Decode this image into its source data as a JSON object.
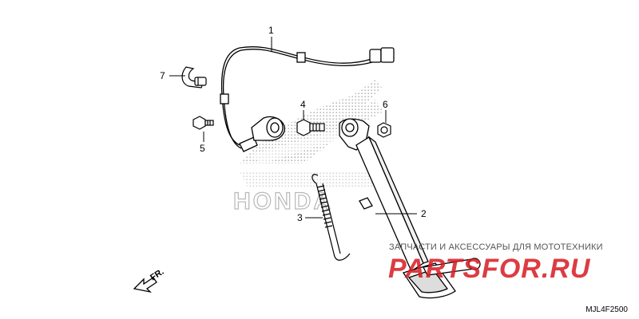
{
  "callouts": {
    "c1": "1",
    "c2": "2",
    "c3": "3",
    "c4": "4",
    "c5": "5",
    "c6": "6",
    "c7": "7"
  },
  "logo_text": "HONDA",
  "front_label": "FR.",
  "diagram_code": "MJL4F2500",
  "watermark": {
    "caption": "ЗАПЧАСТИ И АКСЕССУАРЫ ДЛЯ МОТОТЕХНИКИ",
    "brand": "PARTSFOR.RU"
  },
  "colors": {
    "line": "#000000",
    "logo_dots": "#b8b8b8",
    "watermark_red": "#d61b22"
  }
}
